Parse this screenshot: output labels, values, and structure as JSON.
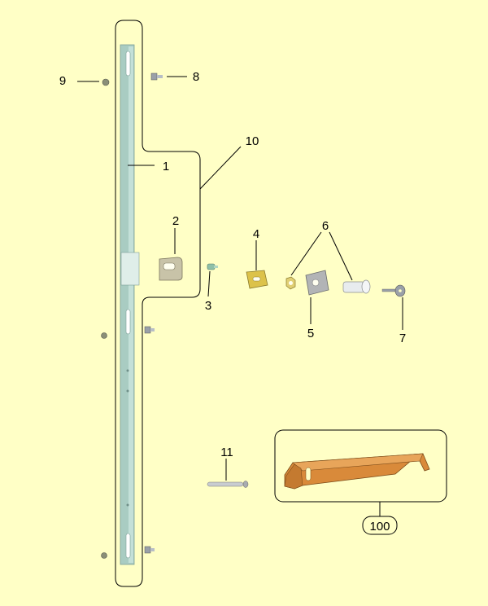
{
  "diagram": {
    "callouts": {
      "c1": "1",
      "c2": "2",
      "c3": "3",
      "c4": "4",
      "c5": "5",
      "c6": "6",
      "c7": "7",
      "c8": "8",
      "c9": "9",
      "c10": "10",
      "c11": "11",
      "c100": "100"
    }
  }
}
